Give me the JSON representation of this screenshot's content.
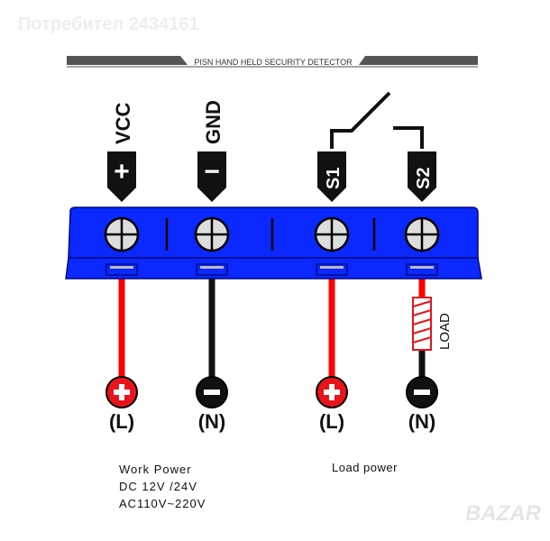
{
  "watermark": "Потребител 2434161",
  "banner": "PISN HAND HELD SECURITY DETECTOR",
  "terminals": [
    {
      "label": "VCC",
      "symbol": "+",
      "wire_color": "#ff0000",
      "pole": "+",
      "pole_color": "#e8141c",
      "side": "(L)"
    },
    {
      "label": "GND",
      "symbol": "−",
      "wire_color": "#111111",
      "pole": "−",
      "pole_color": "#111111",
      "side": "(N)"
    },
    {
      "label": "S1",
      "symbol": "S1",
      "wire_color": "#ff0000",
      "pole": "+",
      "pole_color": "#e8141c",
      "side": "(L)"
    },
    {
      "label": "S2",
      "symbol": "S2",
      "wire_color": "#ff0000",
      "pole": "−",
      "pole_color": "#111111",
      "side": "(N)"
    }
  ],
  "load_label": "LOAD",
  "work_power": {
    "line1": "Work  Power",
    "line2": "DC  12V  /24V",
    "line3": "AC110V~220V"
  },
  "load_power": "Load power",
  "logo": "BAZAR",
  "colors": {
    "block": "#0a28ff",
    "block_edge": "#000a80"
  }
}
